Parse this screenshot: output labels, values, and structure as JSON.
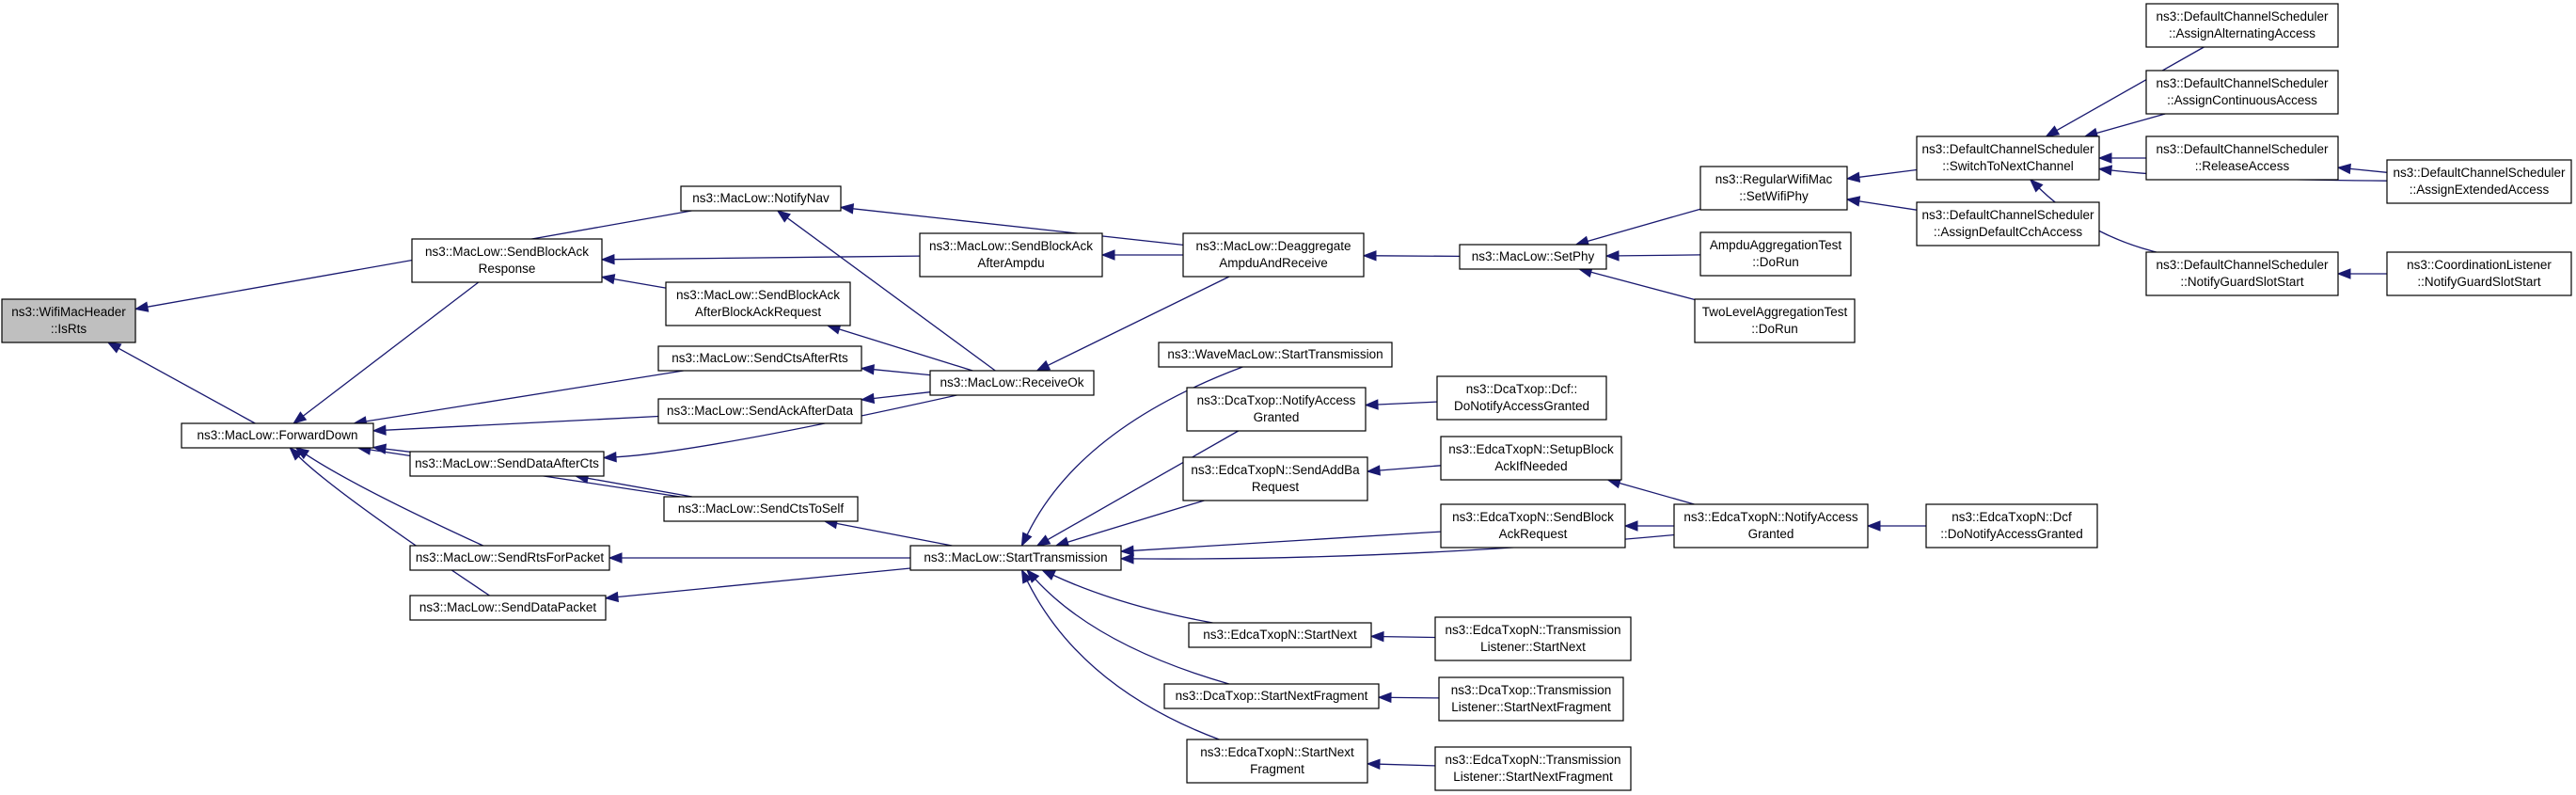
{
  "diagram": {
    "kind": "call-graph",
    "colors": {
      "edge": "#191970",
      "root_fill": "#bfbfbf",
      "node_fill": "#ffffff",
      "border": "#000000"
    },
    "nodes": [
      {
        "id": "isrts",
        "lines": [
          "ns3::WifiMacHeader",
          "::IsRts"
        ],
        "root": true
      },
      {
        "id": "forwarddown",
        "lines": [
          "ns3::MacLow::ForwardDown"
        ]
      },
      {
        "id": "notifynav",
        "lines": [
          "ns3::MacLow::NotifyNav"
        ]
      },
      {
        "id": "sendblockackresp",
        "lines": [
          "ns3::MacLow::SendBlockAck",
          "Response"
        ]
      },
      {
        "id": "sendctsafterrts",
        "lines": [
          "ns3::MacLow::SendCtsAfterRts"
        ]
      },
      {
        "id": "sendackafterdata",
        "lines": [
          "ns3::MacLow::SendAckAfterData"
        ]
      },
      {
        "id": "senddataaftercts",
        "lines": [
          "ns3::MacLow::SendDataAfterCts"
        ]
      },
      {
        "id": "sendctstoself",
        "lines": [
          "ns3::MacLow::SendCtsToSelf"
        ]
      },
      {
        "id": "sendrtsforpacket",
        "lines": [
          "ns3::MacLow::SendRtsForPacket"
        ]
      },
      {
        "id": "senddatapacket",
        "lines": [
          "ns3::MacLow::SendDataPacket"
        ]
      },
      {
        "id": "sendblockackafterampdu",
        "lines": [
          "ns3::MacLow::SendBlockAck",
          "AfterAmpdu"
        ]
      },
      {
        "id": "sendblockackafterbar",
        "lines": [
          "ns3::MacLow::SendBlockAck",
          "AfterBlockAckRequest"
        ]
      },
      {
        "id": "receiveok",
        "lines": [
          "ns3::MacLow::ReceiveOk"
        ]
      },
      {
        "id": "deaggregate",
        "lines": [
          "ns3::MacLow::Deaggregate",
          "AmpduAndReceive"
        ]
      },
      {
        "id": "setphy",
        "lines": [
          "ns3::MacLow::SetPhy"
        ]
      },
      {
        "id": "regularsetwifiphy",
        "lines": [
          "ns3::RegularWifiMac",
          "::SetWifiPhy"
        ]
      },
      {
        "id": "ampdutest",
        "lines": [
          "AmpduAggregationTest",
          "::DoRun"
        ]
      },
      {
        "id": "twoleveltest",
        "lines": [
          "TwoLevelAggregationTest",
          "::DoRun"
        ]
      },
      {
        "id": "switchtonext",
        "lines": [
          "ns3::DefaultChannelScheduler",
          "::SwitchToNextChannel"
        ]
      },
      {
        "id": "assigndefaultcch",
        "lines": [
          "ns3::DefaultChannelScheduler",
          "::AssignDefaultCchAccess"
        ]
      },
      {
        "id": "assignalternating",
        "lines": [
          "ns3::DefaultChannelScheduler",
          "::AssignAlternatingAccess"
        ]
      },
      {
        "id": "assigncontinuous",
        "lines": [
          "ns3::DefaultChannelScheduler",
          "::AssignContinuousAccess"
        ]
      },
      {
        "id": "releaseaccess",
        "lines": [
          "ns3::DefaultChannelScheduler",
          "::ReleaseAccess"
        ]
      },
      {
        "id": "assignextended",
        "lines": [
          "ns3::DefaultChannelScheduler",
          "::AssignExtendedAccess"
        ]
      },
      {
        "id": "notifyguardslot",
        "lines": [
          "ns3::DefaultChannelScheduler",
          "::NotifyGuardSlotStart"
        ]
      },
      {
        "id": "coordlistener",
        "lines": [
          "ns3::CoordinationListener",
          "::NotifyGuardSlotStart"
        ]
      },
      {
        "id": "starttransmission",
        "lines": [
          "ns3::MacLow::StartTransmission"
        ]
      },
      {
        "id": "wavestarttx",
        "lines": [
          "ns3::WaveMacLow::StartTransmission"
        ]
      },
      {
        "id": "dcanotifyaccess",
        "lines": [
          "ns3::DcaTxop::NotifyAccess",
          "Granted"
        ]
      },
      {
        "id": "dcfdonotify",
        "lines": [
          "ns3::DcaTxop::Dcf::",
          "DoNotifyAccessGranted"
        ]
      },
      {
        "id": "edcasendaddba",
        "lines": [
          "ns3::EdcaTxopN::SendAddBa",
          "Request"
        ]
      },
      {
        "id": "edcasetupblock",
        "lines": [
          "ns3::EdcaTxopN::SetupBlock",
          "AckIfNeeded"
        ]
      },
      {
        "id": "edcasendblockack",
        "lines": [
          "ns3::EdcaTxopN::SendBlock",
          "AckRequest"
        ]
      },
      {
        "id": "edcanotifyaccess",
        "lines": [
          "ns3::EdcaTxopN::NotifyAccess",
          "Granted"
        ]
      },
      {
        "id": "edcadcfdonotify",
        "lines": [
          "ns3::EdcaTxopN::Dcf",
          "::DoNotifyAccessGranted"
        ]
      },
      {
        "id": "edcastartnext",
        "lines": [
          "ns3::EdcaTxopN::StartNext"
        ]
      },
      {
        "id": "edcatlstartnext",
        "lines": [
          "ns3::EdcaTxopN::Transmission",
          "Listener::StartNext"
        ]
      },
      {
        "id": "dcastartnextfrag",
        "lines": [
          "ns3::DcaTxop::StartNextFragment"
        ]
      },
      {
        "id": "dcatlstartnextfrag",
        "lines": [
          "ns3::DcaTxop::Transmission",
          "Listener::StartNextFragment"
        ]
      },
      {
        "id": "edcastartnextfrag",
        "lines": [
          "ns3::EdcaTxopN::StartNext",
          "Fragment"
        ]
      },
      {
        "id": "edcatlstartnextfrag",
        "lines": [
          "ns3::EdcaTxopN::Transmission",
          "Listener::StartNextFragment"
        ]
      }
    ],
    "edges": [
      {
        "from": "notifynav",
        "to": "isrts"
      },
      {
        "from": "forwarddown",
        "to": "isrts"
      },
      {
        "from": "sendblockackresp",
        "to": "forwarddown"
      },
      {
        "from": "sendctsafterrts",
        "to": "forwarddown"
      },
      {
        "from": "sendackafterdata",
        "to": "forwarddown"
      },
      {
        "from": "senddataaftercts",
        "to": "forwarddown"
      },
      {
        "from": "sendctstoself",
        "to": "forwarddown"
      },
      {
        "from": "sendrtsforpacket",
        "to": "forwarddown"
      },
      {
        "from": "senddatapacket",
        "to": "forwarddown"
      },
      {
        "from": "deaggregate",
        "to": "notifynav"
      },
      {
        "from": "receiveok",
        "to": "notifynav"
      },
      {
        "from": "sendblockackafterampdu",
        "to": "sendblockackresp"
      },
      {
        "from": "sendblockackafterbar",
        "to": "sendblockackresp"
      },
      {
        "from": "receiveok",
        "to": "sendctsafterrts"
      },
      {
        "from": "receiveok",
        "to": "sendackafterdata"
      },
      {
        "from": "receiveok",
        "to": "senddataaftercts"
      },
      {
        "from": "sendctstoself",
        "to": "senddataaftercts"
      },
      {
        "from": "deaggregate",
        "to": "sendblockackafterampdu"
      },
      {
        "from": "receiveok",
        "to": "sendblockackafterbar"
      },
      {
        "from": "deaggregate",
        "to": "receiveok"
      },
      {
        "from": "setphy",
        "to": "deaggregate"
      },
      {
        "from": "regularsetwifiphy",
        "to": "setphy"
      },
      {
        "from": "ampdutest",
        "to": "setphy"
      },
      {
        "from": "twoleveltest",
        "to": "setphy"
      },
      {
        "from": "switchtonext",
        "to": "regularsetwifiphy"
      },
      {
        "from": "assigndefaultcch",
        "to": "regularsetwifiphy"
      },
      {
        "from": "assignalternating",
        "to": "switchtonext"
      },
      {
        "from": "assigncontinuous",
        "to": "switchtonext"
      },
      {
        "from": "releaseaccess",
        "to": "switchtonext"
      },
      {
        "from": "assignextended",
        "to": "switchtonext"
      },
      {
        "from": "notifyguardslot",
        "to": "switchtonext"
      },
      {
        "from": "assignextended",
        "to": "releaseaccess"
      },
      {
        "from": "coordlistener",
        "to": "notifyguardslot"
      },
      {
        "from": "starttransmission",
        "to": "sendctstoself"
      },
      {
        "from": "starttransmission",
        "to": "sendrtsforpacket"
      },
      {
        "from": "starttransmission",
        "to": "senddatapacket"
      },
      {
        "from": "wavestarttx",
        "to": "starttransmission"
      },
      {
        "from": "dcanotifyaccess",
        "to": "starttransmission"
      },
      {
        "from": "edcasendaddba",
        "to": "starttransmission"
      },
      {
        "from": "edcasendblockack",
        "to": "starttransmission"
      },
      {
        "from": "edcanotifyaccess",
        "to": "starttransmission"
      },
      {
        "from": "edcastartnext",
        "to": "starttransmission"
      },
      {
        "from": "dcastartnextfrag",
        "to": "starttransmission"
      },
      {
        "from": "edcastartnextfrag",
        "to": "starttransmission"
      },
      {
        "from": "dcfdonotify",
        "to": "dcanotifyaccess"
      },
      {
        "from": "edcasetupblock",
        "to": "edcasendaddba"
      },
      {
        "from": "edcanotifyaccess",
        "to": "edcasetupblock"
      },
      {
        "from": "edcanotifyaccess",
        "to": "edcasendblockack"
      },
      {
        "from": "edcadcfdonotify",
        "to": "edcanotifyaccess"
      },
      {
        "from": "edcatlstartnext",
        "to": "edcastartnext"
      },
      {
        "from": "dcatlstartnextfrag",
        "to": "dcastartnextfrag"
      },
      {
        "from": "edcatlstartnextfrag",
        "to": "edcastartnextfrag"
      }
    ]
  }
}
